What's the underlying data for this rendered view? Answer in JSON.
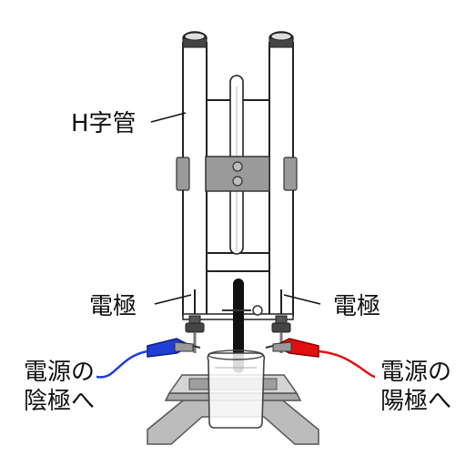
{
  "labels": {
    "h_tube": "H字管",
    "electrode_left": "電極",
    "electrode_right": "電極",
    "power_cathode_line1": "電源の",
    "power_cathode_line2": "陰極へ",
    "power_anode_line1": "電源の",
    "power_anode_line2": "陽極へ"
  },
  "colors": {
    "cathode_wire": "#1f3fd6",
    "anode_wire": "#e01010",
    "clamp_gray": "#9a9a9a",
    "stand_gray": "#bcbcbc",
    "outline": "#222222"
  }
}
